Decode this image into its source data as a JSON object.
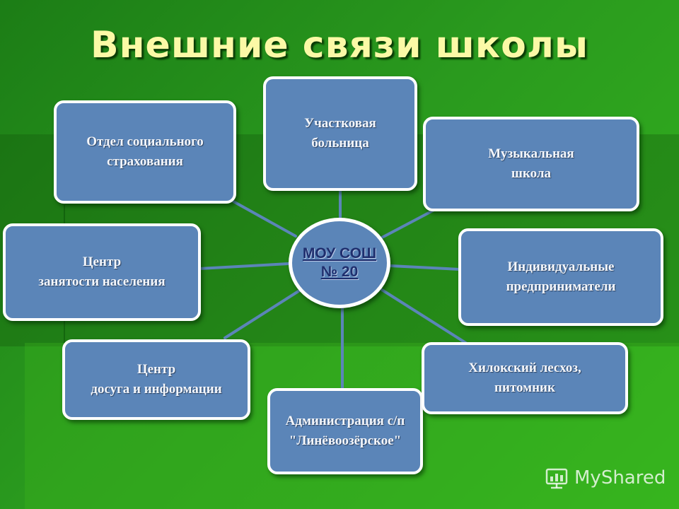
{
  "title": "Внешние связи школы",
  "center": {
    "label": "МОУ СОШ\n№ 20"
  },
  "nodes": [
    {
      "id": "social-insurance",
      "label": "Отдел социального\nстрахования"
    },
    {
      "id": "hospital",
      "label": "Участковая\nбольница"
    },
    {
      "id": "music-school",
      "label": "Музыкальная\nшкола"
    },
    {
      "id": "employment-center",
      "label": "Центр\nзанятости населения"
    },
    {
      "id": "entrepreneurs",
      "label": "Индивидуальные\nпредприниматели"
    },
    {
      "id": "leisure-center",
      "label": "Центр\nдосуга и информации"
    },
    {
      "id": "administration",
      "label": "Администрация с/п\n\"Линёвоозёрское\""
    },
    {
      "id": "forestry",
      "label": "Хилокский лесхоз,\nпитомник"
    }
  ],
  "watermark": {
    "text": "MyShared",
    "icon": "myshared-logo-icon"
  },
  "colors": {
    "box": "#5b85b8",
    "border": "#ffffff",
    "title": "#fbf9a6",
    "background": "#2a9a1e"
  }
}
